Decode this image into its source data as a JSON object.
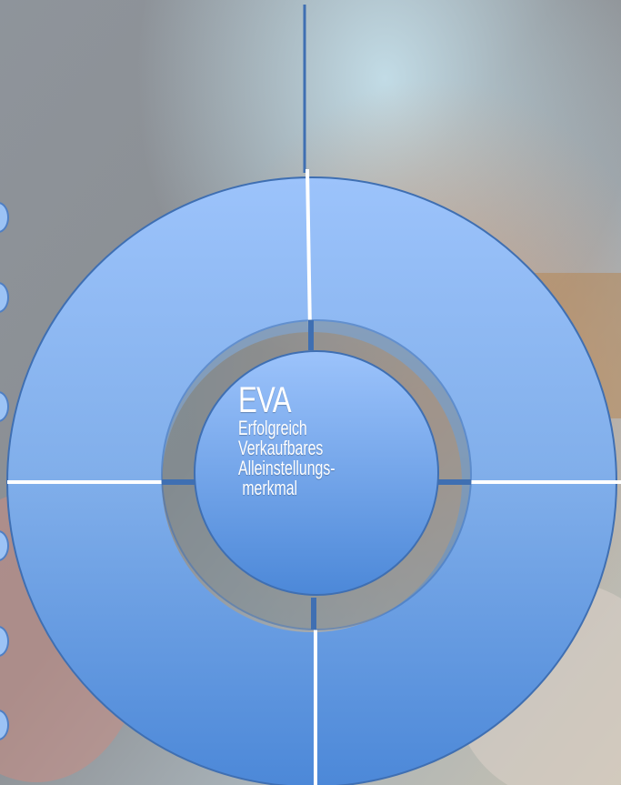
{
  "diagram": {
    "center": {
      "title": "EVA",
      "lines": [
        "Erfolgreich",
        "Verkaufbares",
        "Alleinstellungs-",
        "merkmal"
      ]
    },
    "colors": {
      "ring_top": "#9cc3fb",
      "ring_bottom": "#4c88d8",
      "outline": "#3f6fb2",
      "divider": "#ffffff"
    },
    "side_markers": 6
  }
}
